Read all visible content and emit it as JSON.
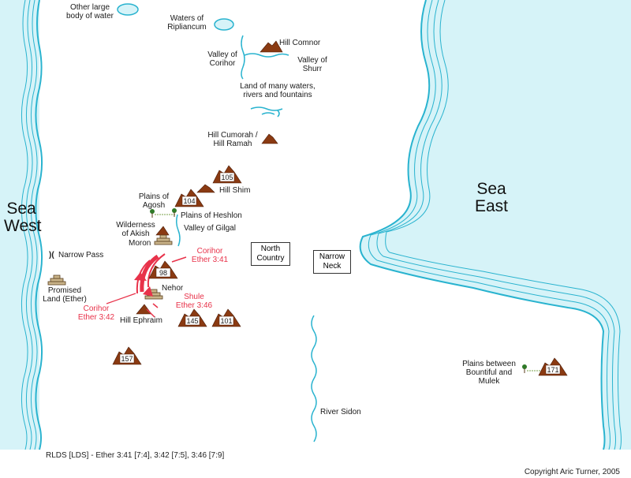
{
  "colors": {
    "sea": "#d6f3f8",
    "sea_stroke": "#29b3cf",
    "hill": "#8a3a12",
    "route_red": "#e8324a"
  },
  "seas": {
    "west": "Sea\nWest",
    "east": "Sea\nEast"
  },
  "labels": {
    "other_water": "Other large\nbody of water",
    "ripliancum": "Waters of\nRipliancum",
    "hill_comnor": "Hill Comnor",
    "valley_corihor": "Valley of\nCorihor",
    "valley_shurr": "Valley of\nShurr",
    "many_waters": "Land of many waters,\nrivers and fountains",
    "cumorah": "Hill Cumorah /\nHill Ramah",
    "hill_shim": "Hill Shim",
    "plains_agosh": "Plains of\nAgosh",
    "plains_heshlon": "Plains of Heshlon",
    "wilderness_akish": "Wilderness\nof Akish",
    "valley_gilgal": "Valley of Gilgal",
    "moron": "Moron",
    "narrow_pass": "Narrow Pass",
    "narrow_pass_glyph": ")(",
    "promised_land": "Promised\nLand (Ether)",
    "nehor": "Nehor",
    "hill_ephraim": "Hill Ephraim",
    "river_sidon": "River Sidon",
    "plains_bountiful": "Plains between\nBountiful and\nMulek",
    "corihor_341": "Corihor\nEther 3:41",
    "corihor_342": "Corihor\nEther 3:42",
    "shule_346": "Shule\nEther 3:46"
  },
  "boxes": {
    "north_country": "North\nCountry",
    "narrow_neck": "Narrow\nNeck"
  },
  "hill_numbers": [
    "105",
    "104",
    "98",
    "145",
    "101",
    "157",
    "171"
  ],
  "footer": {
    "reference": "RLDS [LDS] - Ether 3:41 [7:4], 3:42 [7:5], 3:46 [7:9]",
    "copyright": "Copyright Aric Turner, 2005"
  }
}
